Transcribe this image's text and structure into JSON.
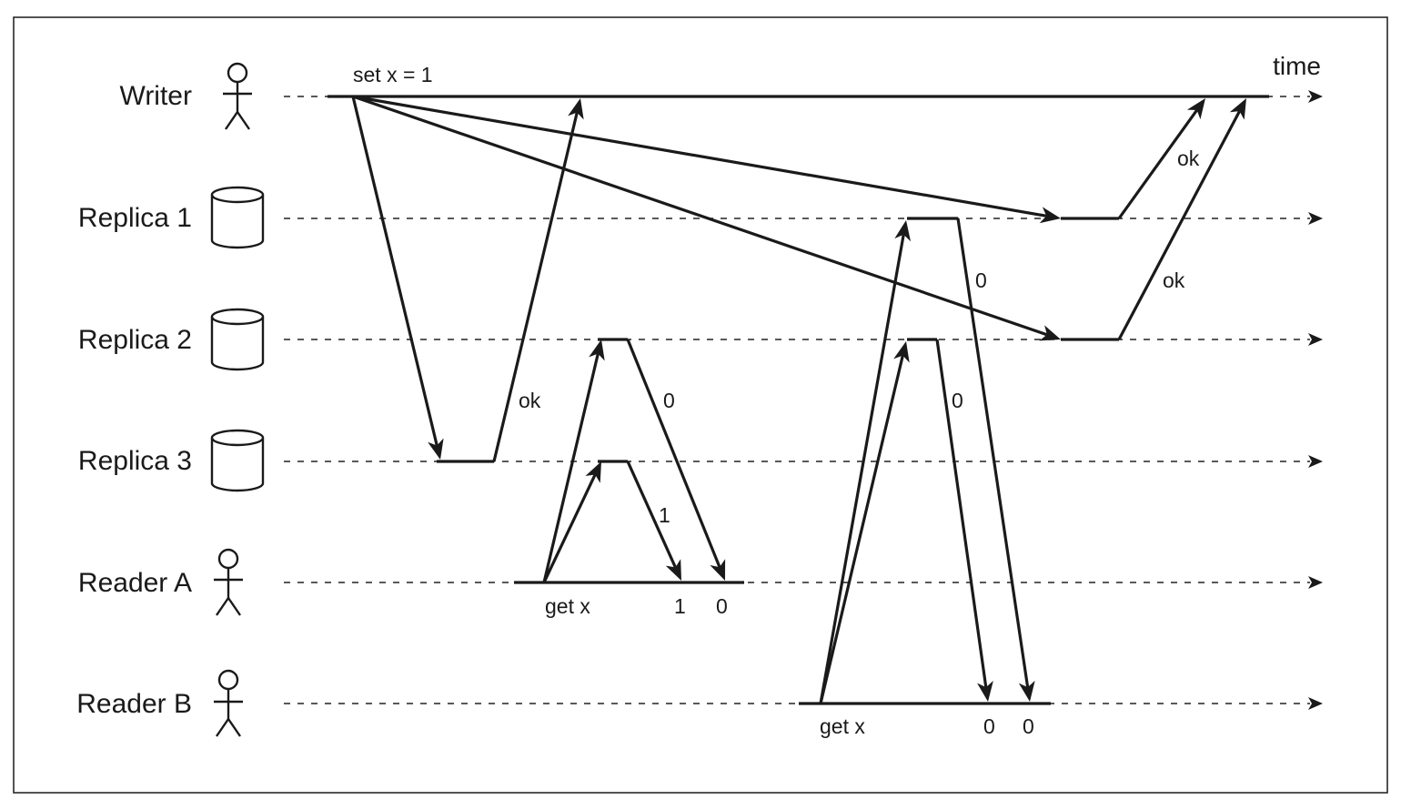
{
  "lanes": [
    {
      "id": "writer",
      "label": "Writer",
      "icon": "stick-figure-icon"
    },
    {
      "id": "replica1",
      "label": "Replica 1",
      "icon": "database-cylinder-icon"
    },
    {
      "id": "replica2",
      "label": "Replica 2",
      "icon": "database-cylinder-icon"
    },
    {
      "id": "replica3",
      "label": "Replica 3",
      "icon": "database-cylinder-icon"
    },
    {
      "id": "readerA",
      "label": "Reader A",
      "icon": "stick-figure-icon"
    },
    {
      "id": "readerB",
      "label": "Reader B",
      "icon": "stick-figure-icon"
    }
  ],
  "time_label": "time",
  "annotations": {
    "set_x": "set x = 1",
    "ok_replica3": "ok",
    "ok_replica1": "ok",
    "ok_replica2": "ok",
    "resp_r2_to_A": "0",
    "resp_r3_to_A": "1",
    "resp_r1_to_B": "0",
    "resp_r2_to_B": "0",
    "getx_A": "get x",
    "A_result_1": "1",
    "A_result_2": "0",
    "getx_B": "get x",
    "B_result_1": "0",
    "B_result_2": "0"
  },
  "messages": [
    {
      "from": "writer",
      "to": "replica3",
      "label": ""
    },
    {
      "from": "replica3",
      "to": "writer",
      "label": "ok"
    },
    {
      "from": "writer",
      "to": "replica1",
      "label": ""
    },
    {
      "from": "writer",
      "to": "replica2",
      "label": ""
    },
    {
      "from": "replica1",
      "to": "writer",
      "label": "ok"
    },
    {
      "from": "replica2",
      "to": "writer",
      "label": "ok"
    },
    {
      "from": "readerA",
      "to": "replica2",
      "label": ""
    },
    {
      "from": "readerA",
      "to": "replica3",
      "label": ""
    },
    {
      "from": "replica3",
      "to": "readerA",
      "label": "1"
    },
    {
      "from": "replica2",
      "to": "readerA",
      "label": "0"
    },
    {
      "from": "readerB",
      "to": "replica1",
      "label": ""
    },
    {
      "from": "readerB",
      "to": "replica2",
      "label": ""
    },
    {
      "from": "replica2",
      "to": "readerB",
      "label": "0"
    },
    {
      "from": "replica1",
      "to": "readerB",
      "label": "0"
    }
  ]
}
